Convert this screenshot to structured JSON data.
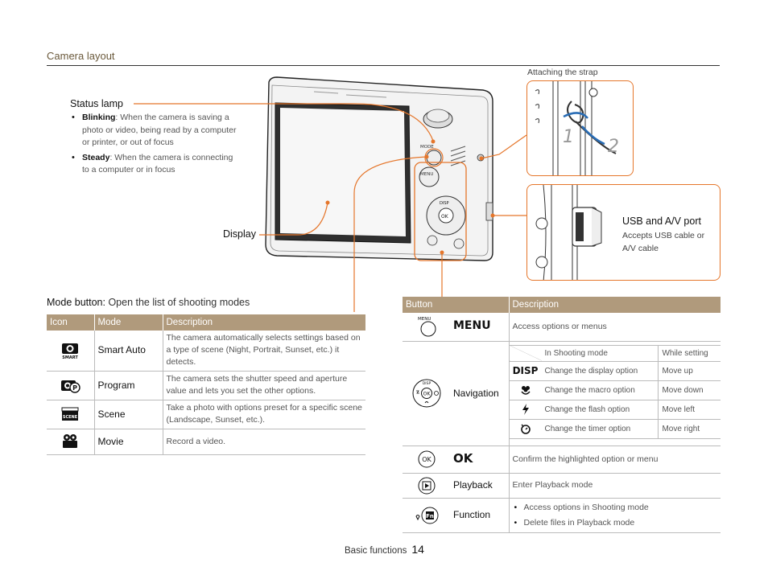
{
  "header": {
    "section": "Camera layout"
  },
  "status_lamp": {
    "title": "Status lamp",
    "items": [
      {
        "term": "Blinking",
        "text": ": When the camera is saving a photo or video, being read by a computer or printer, or out of focus"
      },
      {
        "term": "Steady",
        "text": ": When the camera is connecting to a computer or in focus"
      }
    ]
  },
  "labels": {
    "display": "Display",
    "attaching_strap": "Attaching the strap",
    "usb_title": "USB and A/V port",
    "usb_desc_1": "Accepts USB cable or",
    "usb_desc_2": "A/V cable",
    "strap_step_1": "1",
    "strap_step_2": "2",
    "cam_mode": "MODE",
    "cam_menu": "MENU",
    "cam_disp": "DISP",
    "cam_ok": "OK"
  },
  "mode_button": {
    "title_bold": "Mode button:",
    "title_rest": " Open the list of shooting modes",
    "headers": {
      "icon": "Icon",
      "mode": "Mode",
      "description": "Description"
    },
    "rows": [
      {
        "icon": "smart-auto-icon",
        "icon_text": "SMART",
        "mode": "Smart Auto",
        "description": "The camera automatically selects settings based on a type of scene (Night, Portrait, Sunset, etc.) it detects."
      },
      {
        "icon": "program-icon",
        "icon_text": "P",
        "mode": "Program",
        "description": "The camera sets the shutter speed and aperture value and lets you set the other options."
      },
      {
        "icon": "scene-icon",
        "icon_text": "SCENE",
        "mode": "Scene",
        "description": "Take a photo with options preset for a specific scene (Landscape, Sunset, etc.)."
      },
      {
        "icon": "movie-icon",
        "icon_text": "",
        "mode": "Movie",
        "description": "Record a video."
      }
    ]
  },
  "button_table": {
    "headers": {
      "button": "Button",
      "description": "Description"
    },
    "menu": {
      "small_label": "MENU",
      "label": "MENU",
      "description": "Access options or menus"
    },
    "navigation": {
      "label": "Navigation",
      "col_shooting": "In Shooting mode",
      "col_setting": "While setting",
      "rows": [
        {
          "icon": "DISP",
          "shooting": "Change the display option",
          "setting": "Move up"
        },
        {
          "icon": "macro",
          "shooting": "Change the macro option",
          "setting": "Move down"
        },
        {
          "icon": "flash",
          "shooting": "Change the flash option",
          "setting": "Move left"
        },
        {
          "icon": "timer",
          "shooting": "Change the timer option",
          "setting": "Move right"
        }
      ]
    },
    "ok": {
      "label": "OK",
      "description": "Confirm the highlighted option or menu"
    },
    "playback": {
      "label": "Playback",
      "description": "Enter Playback mode"
    },
    "function": {
      "label": "Function",
      "icon_text": "Fn",
      "bullets": [
        "Access options in Shooting mode",
        "Delete files in Playback mode"
      ]
    }
  },
  "footer": {
    "section": "Basic functions",
    "page": "14"
  },
  "colors": {
    "accent": "#e5762b",
    "table_header": "#b09a7c",
    "section_title": "#6b5a3c"
  }
}
